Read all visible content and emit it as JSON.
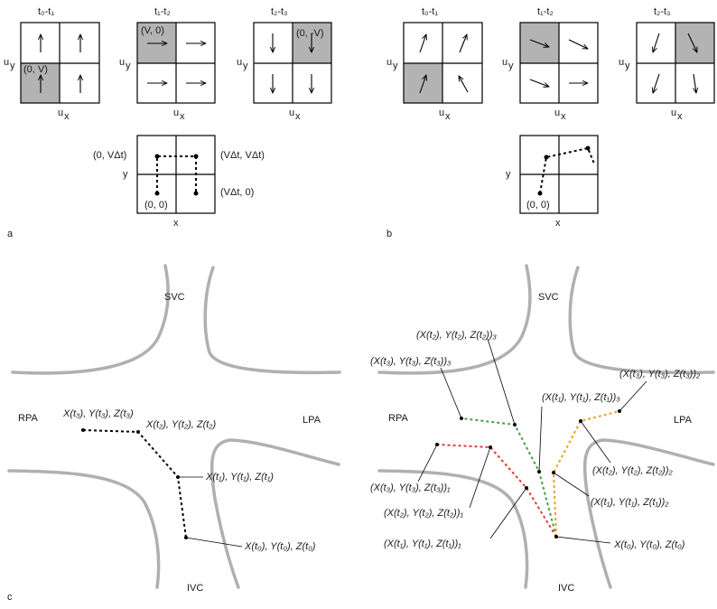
{
  "panel_a": {
    "panel_label": "a",
    "grid_titles": [
      "t₀-t₁",
      "t₁-t₂",
      "t₂-t₃"
    ],
    "axis_uy": "u",
    "axis_uy_sub": "y",
    "axis_ux": "u",
    "axis_ux_sub": "x",
    "cell_labels": [
      "(0, V)",
      "(V, 0)",
      "(0, -V)"
    ],
    "position_plot": {
      "ylabel": "y",
      "xlabel": "x",
      "points": [
        "(0, 0)",
        "(0, VΔt)",
        "(VΔt, VΔt)",
        "(VΔt, 0)"
      ]
    }
  },
  "panel_b": {
    "panel_label": "b",
    "grid_titles": [
      "t₀-t₁",
      "t₁-t₂",
      "t₂-t₃"
    ],
    "axis_uy": "u",
    "axis_uy_sub": "y",
    "axis_ux": "u",
    "axis_ux_sub": "x",
    "position_plot": {
      "ylabel": "y",
      "xlabel": "x",
      "points": [
        "(0, 0)"
      ]
    }
  },
  "panel_c": {
    "panel_label": "c",
    "vessels": [
      "SVC",
      "RPA",
      "LPA",
      "IVC"
    ],
    "left_labels": [
      "X(t₃), Y(t₃), Z(t₃)",
      "X(t₂), Y(t₂), Z(t₂)",
      "X(t₁), Y(t₁), Z(t₁)",
      "X(t₀), Y(t₀), Z(t₀)"
    ],
    "right_labels": [
      "(X(t₂), Y(t₂), Z(t₂))₃",
      "(X(t₃), Y(t₃), Z(t₃))₃",
      "(X(t₁), Y(t₁), Z(t₁))₃",
      "(X(t₃), Y(t₃), Z(t₃))₂",
      "(X(t₂), Y(t₂), Z(t₂))₂",
      "(X(t₃), Y(t₃), Z(t₃))₁",
      "(X(t₁), Y(t₁), Z(t₁))₂",
      "(X(t₂), Y(t₂), Z(t₂))₁",
      "(X(t₁), Y(t₁), Z(t₁))₁",
      "X(t₀), Y(t₀), Z(t₀)"
    ],
    "path_colors": {
      "red": "#e53935",
      "green": "#43a047",
      "orange": "#f0a020"
    }
  }
}
